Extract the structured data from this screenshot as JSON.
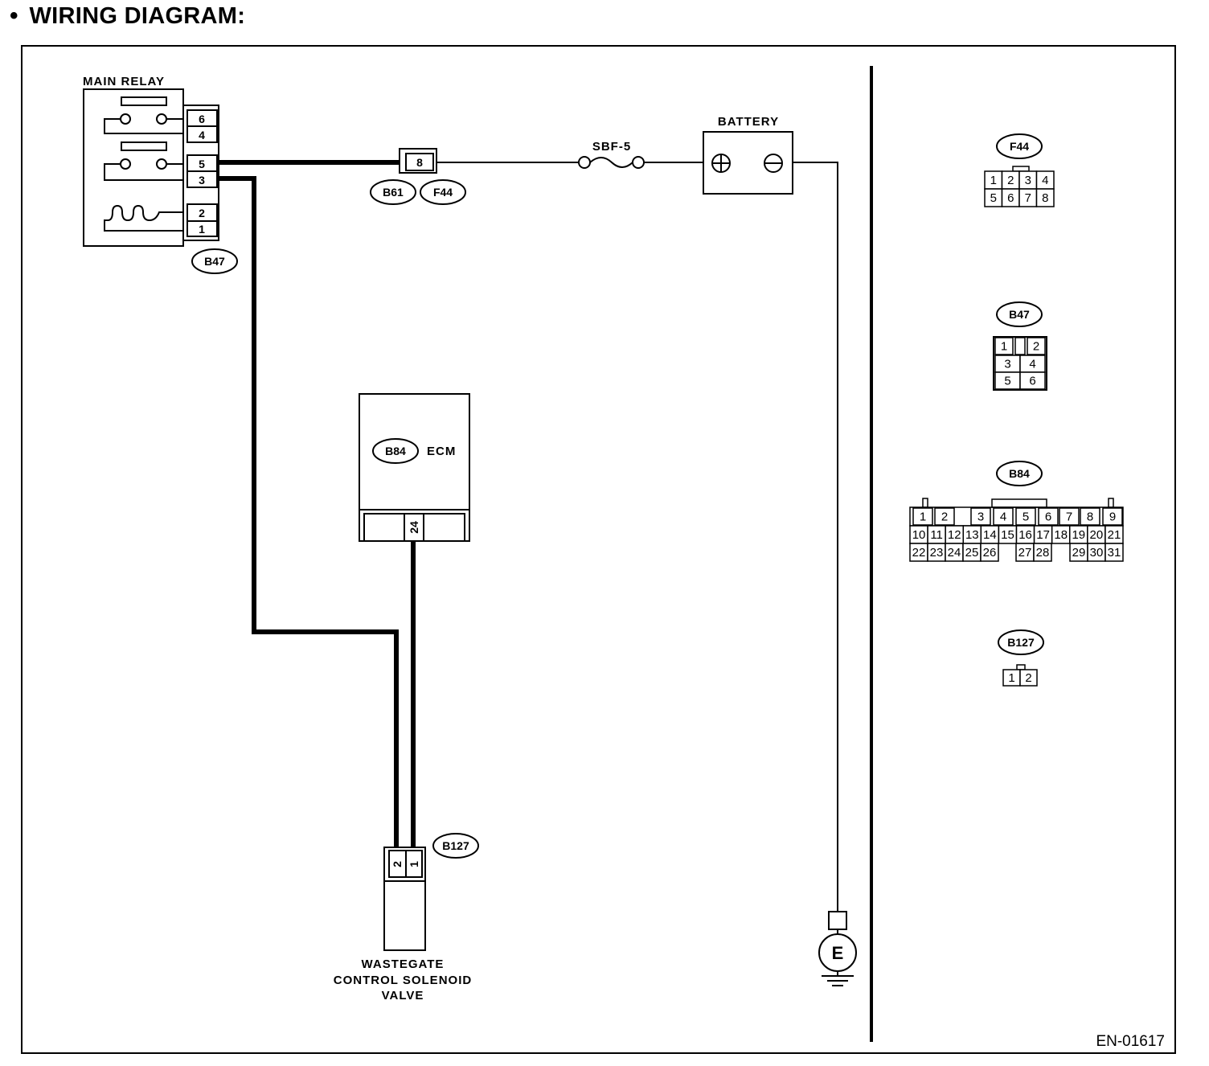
{
  "heading": {
    "bullet": "•",
    "title": "WIRING DIAGRAM:"
  },
  "main_relay": {
    "title": "MAIN RELAY",
    "connector": "B47",
    "pins": [
      "6",
      "4",
      "5",
      "3",
      "2",
      "1"
    ]
  },
  "joint_connector": {
    "pin": "8",
    "connectors": [
      "B61",
      "F44"
    ]
  },
  "fuse": {
    "label": "SBF-5"
  },
  "battery": {
    "label": "BATTERY",
    "plus": "⊕",
    "minus": "⊖"
  },
  "ecm": {
    "connector": "B84",
    "label": "ECM",
    "pin": "24"
  },
  "solenoid": {
    "connector": "B127",
    "pins": [
      "2",
      "1"
    ],
    "label_lines": [
      "WASTEGATE",
      "CONTROL SOLENOID",
      "VALVE"
    ]
  },
  "ground": {
    "label": "E"
  },
  "connector_views": {
    "f44": {
      "tag": "F44",
      "row1": [
        "1",
        "2",
        "3",
        "4"
      ],
      "row2": [
        "5",
        "6",
        "7",
        "8"
      ]
    },
    "b47": {
      "tag": "B47",
      "row1": [
        "1",
        "2"
      ],
      "row2": [
        "3",
        "4"
      ],
      "row3": [
        "5",
        "6"
      ]
    },
    "b84": {
      "tag": "B84",
      "row1": [
        "1",
        "2",
        "3",
        "4",
        "5",
        "6",
        "7",
        "8",
        "9"
      ],
      "row2": [
        "10",
        "11",
        "12",
        "13",
        "14",
        "15",
        "16",
        "17",
        "18",
        "19",
        "20",
        "21"
      ],
      "row3": [
        "22",
        "23",
        "24",
        "25",
        "26",
        "27",
        "28",
        "29",
        "30",
        "31"
      ]
    },
    "b127": {
      "tag": "B127",
      "row1": [
        "1",
        "2"
      ]
    }
  },
  "figure_code": "EN-01617"
}
